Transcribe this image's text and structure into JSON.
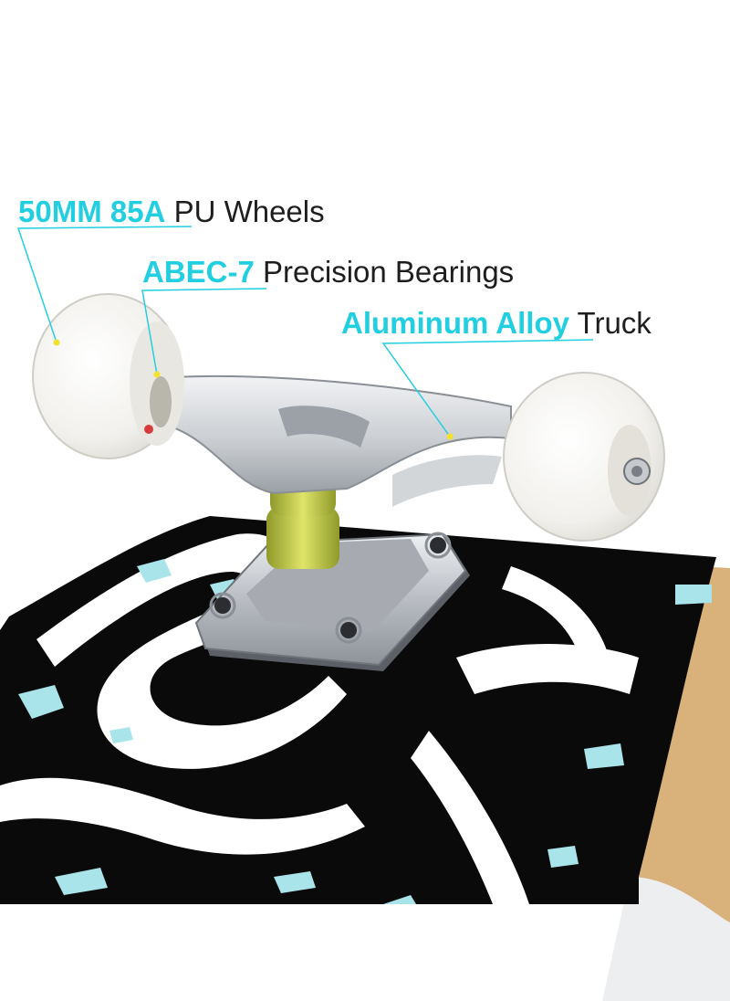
{
  "image": {
    "subject": "skateboard-truck-closeup",
    "colors": {
      "accent": "#22cfe0",
      "text": "#1e1e1e",
      "deck": "#0a0a0a",
      "deck_graphic": "#ffffff",
      "deck_splash": "#a9e4ea",
      "wood_edge": "#d8b27a",
      "wheel": "#f4f3ef",
      "bushing": "#c9cf4a",
      "metal": "#b8bcc2"
    }
  },
  "callouts": {
    "wheels": {
      "highlight": "50MM 85A",
      "text": "PU Wheels"
    },
    "bearings": {
      "highlight": "ABEC-7",
      "text": "Precision Bearings"
    },
    "truck": {
      "highlight": "Aluminum Alloy",
      "text": "Truck"
    }
  }
}
